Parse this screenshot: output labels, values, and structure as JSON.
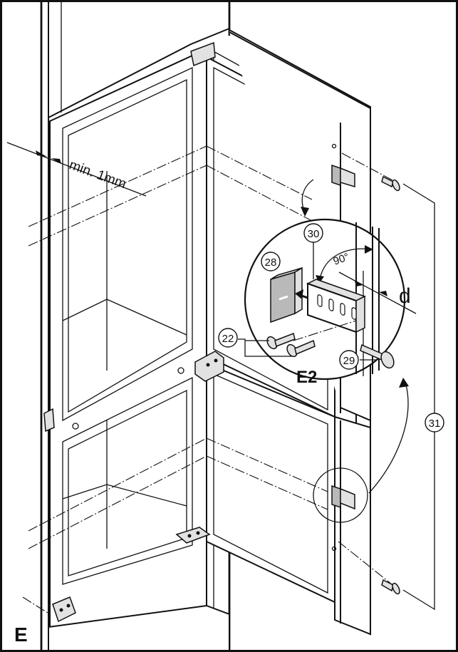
{
  "figure": {
    "panel_label": "E",
    "detail_label": "E2",
    "gap_label": "min. 1mm",
    "angle_label": "90°",
    "distance_label": "d"
  },
  "callouts": {
    "c22": "22",
    "c28": "28",
    "c29": "29",
    "c30": "30",
    "c31": "31"
  }
}
